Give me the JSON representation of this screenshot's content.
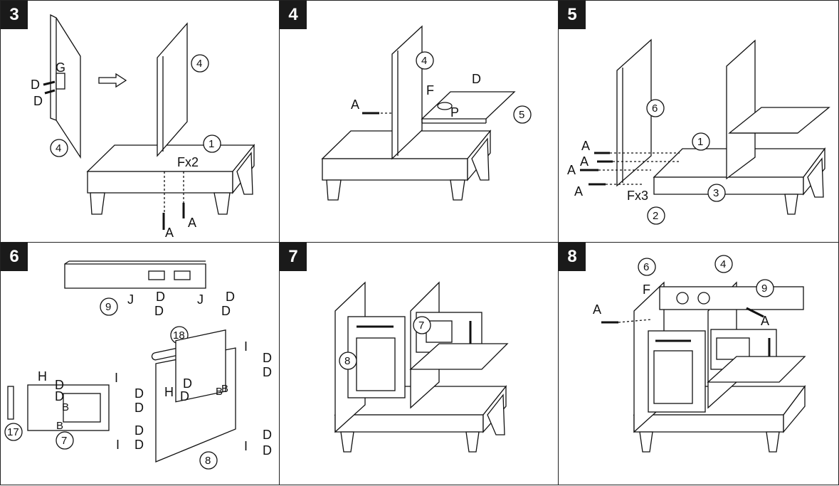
{
  "steps": [
    {
      "number": "3",
      "labels": {
        "G": "G",
        "D1": "D",
        "D2": "D",
        "A1": "A",
        "A2": "A",
        "qty": "Fx2"
      },
      "parts": {
        "p4a": "4",
        "p4b": "4",
        "p1": "1"
      }
    },
    {
      "number": "4",
      "labels": {
        "A": "A",
        "F": "F",
        "D": "D",
        "P": "P"
      },
      "parts": {
        "p4": "4",
        "p5": "5"
      }
    },
    {
      "number": "5",
      "labels": {
        "A1": "A",
        "A2": "A",
        "A3": "A",
        "A4": "A",
        "qty": "Fx3"
      },
      "parts": {
        "p6": "6",
        "p1": "1",
        "p3": "3",
        "p2": "2"
      }
    },
    {
      "number": "6",
      "labels": {
        "J1": "J",
        "D1": "D",
        "D2": "D",
        "J2": "J",
        "D3": "D",
        "D4": "D",
        "H1": "H",
        "D5": "D",
        "D6": "D",
        "B1": "B",
        "B2": "B",
        "I1": "I",
        "D7": "D",
        "D8": "D",
        "I2": "I",
        "D9": "D",
        "D10": "D",
        "H2": "H",
        "D11": "D",
        "D12": "D",
        "B3": "B",
        "B4": "B",
        "I3": "I",
        "D13": "D",
        "D14": "D",
        "I4": "I",
        "D15": "D",
        "D16": "D"
      },
      "parts": {
        "p9": "9",
        "p18": "18",
        "p17": "17",
        "p7": "7",
        "p8": "8"
      }
    },
    {
      "number": "7",
      "labels": {},
      "parts": {
        "p7": "7",
        "p8": "8"
      }
    },
    {
      "number": "8",
      "labels": {
        "F": "F",
        "A1": "A",
        "A2": "A"
      },
      "parts": {
        "p6": "6",
        "p4": "4",
        "p9": "9"
      }
    }
  ]
}
